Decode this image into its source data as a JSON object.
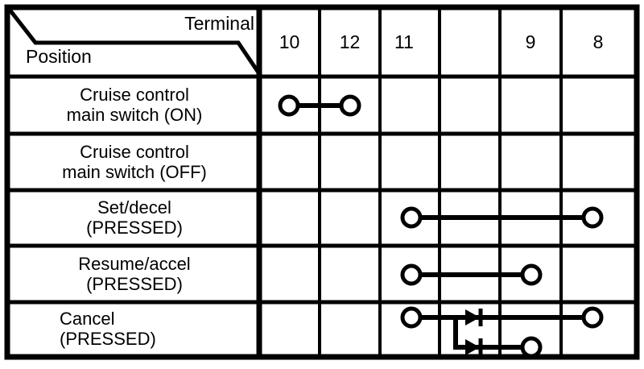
{
  "table": {
    "header": {
      "column_axis_label": "Terminal",
      "row_axis_label": "Position",
      "columns": [
        {
          "label": "10",
          "align": "center"
        },
        {
          "label": "12",
          "align": "center"
        },
        {
          "label": "11",
          "align": "left"
        },
        {
          "label": "",
          "align": "center"
        },
        {
          "label": "9",
          "align": "center"
        },
        {
          "label": "8",
          "align": "center"
        }
      ]
    },
    "rows": [
      {
        "label_line1": "Cruise control",
        "label_line2": "main switch (ON)",
        "align": "center",
        "continuity": "terminal 10 connected to terminal 12"
      },
      {
        "label_line1": "Cruise control",
        "label_line2": "main switch (OFF)",
        "align": "center",
        "continuity": "no connection"
      },
      {
        "label_line1": "Set/decel",
        "label_line2": "(PRESSED)",
        "align": "center",
        "continuity": "terminal 11 connected to terminal 8"
      },
      {
        "label_line1": "Resume/accel",
        "label_line2": "(PRESSED)",
        "align": "center",
        "continuity": "terminal 11 connected to terminal 9"
      },
      {
        "label_line1": "Cancel",
        "label_line2": "(PRESSED)",
        "align": "left",
        "continuity": "terminal 11 connected through diodes to terminal 8 and terminal 9"
      }
    ]
  },
  "style": {
    "line_color": "#000000",
    "fill_color": "#ffffff",
    "background": "#ffffff"
  },
  "symbols": {
    "terminal_node": "circle",
    "diode_upper": "diode-pointing-right",
    "diode_lower": "diode-pointing-right"
  }
}
